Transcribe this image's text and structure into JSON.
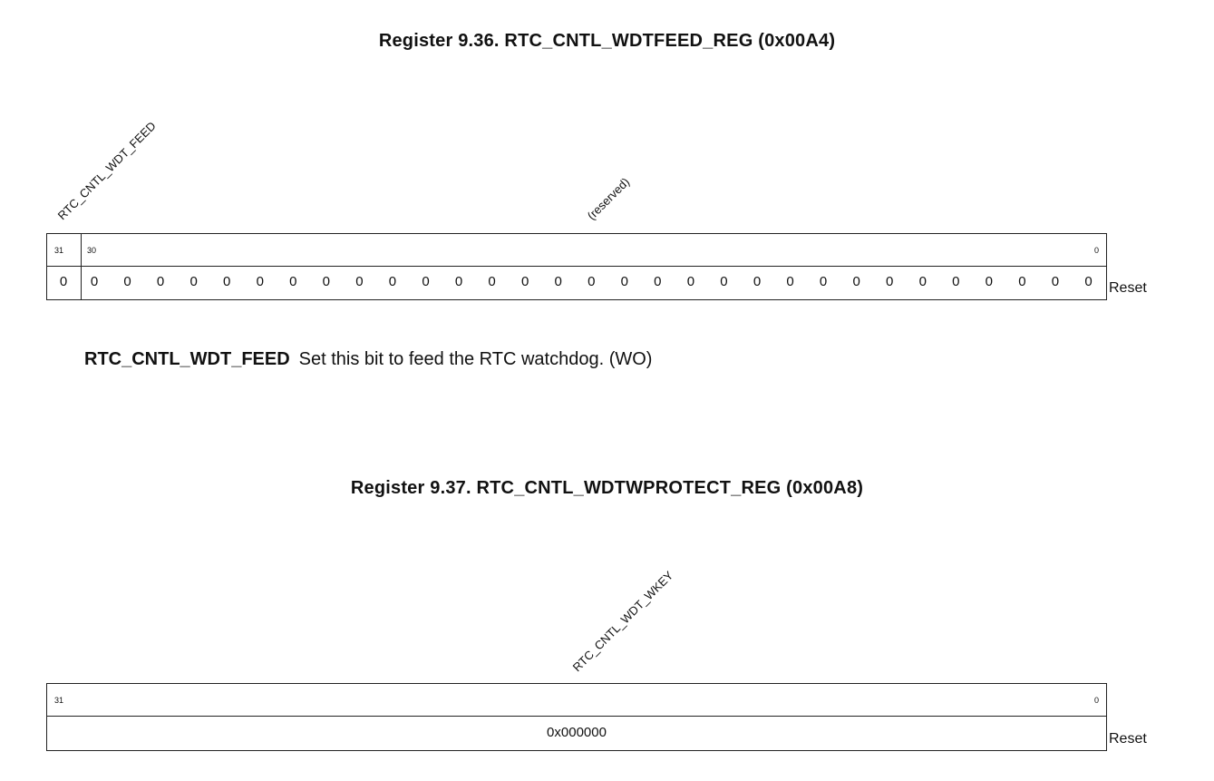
{
  "reg1": {
    "title": "Register 9.36. RTC_CNTL_WDTFEED_REG (0x00A4)",
    "field_label": "RTC_CNTL_WDT_FEED",
    "reserved_label": "(reserved)",
    "bit_high": "31",
    "bit_field_start": "30",
    "bit_low": "0",
    "reset_values": [
      "0",
      "0",
      "0",
      "0",
      "0",
      "0",
      "0",
      "0",
      "0",
      "0",
      "0",
      "0",
      "0",
      "0",
      "0",
      "0",
      "0",
      "0",
      "0",
      "0",
      "0",
      "0",
      "0",
      "0",
      "0",
      "0",
      "0",
      "0",
      "0",
      "0",
      "0",
      "0"
    ],
    "reset_label": "Reset",
    "desc_field": "RTC_CNTL_WDT_FEED",
    "desc_text": "Set this bit to feed the RTC watchdog. (WO)"
  },
  "reg2": {
    "title": "Register 9.37. RTC_CNTL_WDTWPROTECT_REG (0x00A8)",
    "field_label": "RTC_CNTL_WDT_WKEY",
    "bit_high": "31",
    "bit_low": "0",
    "reset_value": "0x000000",
    "reset_label": "Reset"
  }
}
